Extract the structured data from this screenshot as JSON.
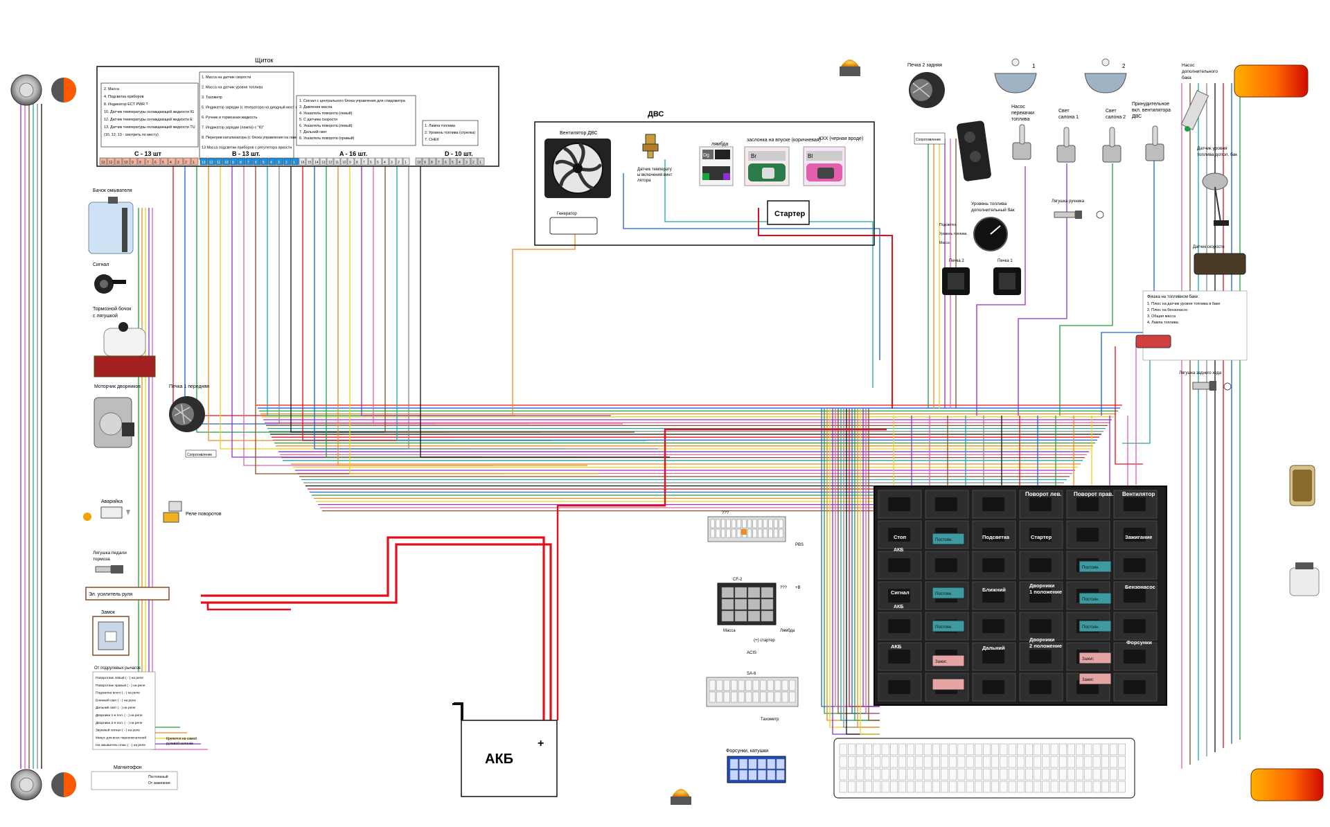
{
  "panel": {
    "title": "Щиток",
    "group1": [
      "2. Масса",
      "4. Подсветка приборов",
      "8. Индикатор ECT PWR  ?",
      "10. Датчик температуры охлаждающей жидкости IG",
      "12. Датчик температуры охлаждающей жидкости E",
      "13. Датчик температуры охлаждающей жидкости TU",
      "(10, 12, 13 - смотреть по месту)"
    ],
    "group2": [
      "1. Масса на датчик скорости",
      "2. Масса на датчик уровня топлива",
      "3. Тахометр",
      "5. Индикатор зарядки (с генератора на диодный мост и лампу) ( )",
      "6. Ручник и тормозная жидкость",
      "7. Индикатор зарядки (лампа) с \"IG\"",
      "8. Перегрев катализатора (с блока управления на лампу и диод)",
      "13 Масса подсветки приборов с регулятора яркости"
    ],
    "group3": [
      "1. Сигнал с центрального блока управления для спидометра",
      "3. Давления масла",
      "4. Указатель поворота (левый)",
      "5. С датчика скорости",
      "6. Указатель поворота (левый)",
      "7. Дальний свет",
      "8. Указатель поворота (правый)"
    ],
    "group4": [
      "1. Лампа топлива",
      "2. Уровень топлива (стрелка)",
      "7. CHEK"
    ],
    "conn_c": "C - 13 шт",
    "conn_b": "B - 13 шт.",
    "conn_a": "A - 16 шт.",
    "conn_d": "D - 10 шт."
  },
  "engine": {
    "title": "ДВС",
    "fan": "Вентилятор ДВС",
    "temp_sensor": "Датчик температуры включения винтилятора",
    "lambda": "лямбда",
    "throttle": "заслонка на впуске (коричневая)",
    "kxx": "КХХ (черная вроде)",
    "generator": "Генератор",
    "starter": "Стартер"
  },
  "left": {
    "washer": "Бачок омывателя",
    "horn": "Сигнал",
    "brake_tank": "Тормозной бочок с лягушкой",
    "wiper_motor": "Моторчик дворников",
    "heater1": "Печка 1 передняя",
    "resistance": "Сопротивление",
    "hazard": "Аварийка",
    "turn_relay": "Реле поворотов",
    "brake_switch": "Лягушка педали тормоза",
    "power_steering": "Эл. усилитель руля",
    "lock": "Замок",
    "stalks_title": "От подрулевых рычагов",
    "stalks": [
      "Поворотник левый ( - ) на реле",
      "Поворотник правый ( - ) на реле",
      "Подсветка всего ( - ) на реле",
      "Ближний свет ( - ) на реле",
      "Дальний свет ( - ) на реле",
      "Дворники 1-е пол. ( - ) на реле",
      "Дворники 2-е пол. ( - ) на реле",
      "Звуковой сигнал ( - ) на реле",
      "Минус для всех переключателей",
      "На омыватель плюс ( - ) на реле"
    ],
    "stalk_note": "Крепится на самой рулевой колонке",
    "radio": "Магнитофон",
    "radio_rows": [
      "Постоянный",
      "От зажигания"
    ]
  },
  "battery": {
    "label": "АКБ",
    "plus": "+"
  },
  "center": {
    "q1": "???",
    "pbs": "PBS",
    "cf2": "CF-2",
    "q2": "???",
    "e": "+B",
    "mass": "Масса",
    "lambda": "Лямбда",
    "starter": "(+) стартер",
    "acis": "ACIS",
    "sa": "SA-6",
    "tacho": "Тахометр",
    "injectors": "Форсунки, катушки"
  },
  "right_top": {
    "heater2": "Печка 2 задняя",
    "resistance": "Сопротивление",
    "pump": "Насос перекачки топлива",
    "light1": "Свет салона 1",
    "light2": "Свет салона 2",
    "n1": "1",
    "n2": "2",
    "force_fan": "Принудительное вкл. вентилятора ДВС",
    "aux_pump": "Насос дополнительного бака",
    "aux_level": "Датчик уровня топлива допол. бак",
    "fuel_level": "Уровень топлива дополнительный бак",
    "gauge_rows": [
      "Подсветка",
      "Уровень топлива",
      "Масса"
    ],
    "handbrake": "Лягушка ручника",
    "heater_sw2": "Печка 2",
    "heater_sw1": "Печка 1",
    "speed_sensor": "Датчик скорости",
    "tank_title": "Фишка на топливном баке:",
    "tank_rows": [
      "1. Плюс на датчик уровня топлива в баке",
      "2. Плюс на бензонасос",
      "3. Общая масса",
      "4. Лампа топлива"
    ],
    "reverse": "Лягушка заднего хода"
  },
  "fusebox": {
    "top": [
      "Поворот лев.",
      "Поворот прав.",
      "Вентилятор"
    ],
    "rows": [
      "Стоп",
      "Подсветка",
      "Стартер",
      "Зажигание",
      "Сигнал",
      "Ближний",
      "Дворники 1 положение",
      "Бензонасос",
      "АКБ",
      "Дальний",
      "Дворники 2 положение",
      "Форсунки"
    ],
    "akb": "АКБ",
    "post": "Постоян.",
    "zazh": "Зажиг."
  },
  "colors": {
    "red": "#e0101a",
    "blue": "#1f5fd9",
    "green": "#19a33b",
    "orange": "#ef8a1d",
    "yellow": "#e9d21a",
    "purple": "#8b2fd0",
    "pink": "#e25fae",
    "brown": "#8a4a22",
    "teal": "#1aa6a6",
    "gray": "#888888",
    "black": "#111111",
    "dark": "#2a2a2a"
  }
}
